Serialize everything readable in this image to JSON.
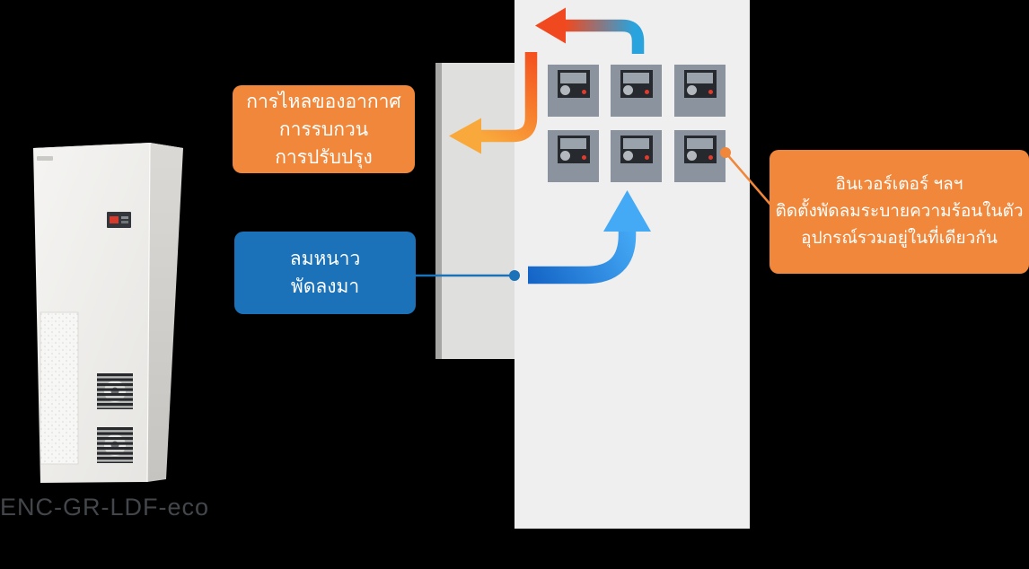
{
  "diagram": {
    "product": {
      "model": "ENC-GR-LDF-eco"
    },
    "labels": {
      "airflow_box": {
        "line1": "การไหลของอากาศ",
        "line2": "การรบกวน",
        "line3": "การปรับปรุง"
      },
      "cold_air_box": {
        "line1": "ลมหนาว",
        "line2": "พัดลงมา"
      },
      "inverter_box": {
        "line1": "อินเวอร์เตอร์ ฯลฯ",
        "line2": "ติดตั้งพัดลมระบายความร้อนในตัว",
        "line3": "อุปกรณ์รวมอยู่ในที่เดียวกัน"
      }
    },
    "colors": {
      "callout_orange": "#f0873a",
      "callout_blue": "#1b72b8",
      "arrow_hot_red": "#f1491f",
      "arrow_exhaust_yellow": "#f9a93c",
      "arrow_cold_dark_blue": "#1565c6",
      "arrow_cold_light_blue": "#45aaf6",
      "cabinet_white": "#efefef",
      "device_gray": "#8b939e"
    }
  }
}
